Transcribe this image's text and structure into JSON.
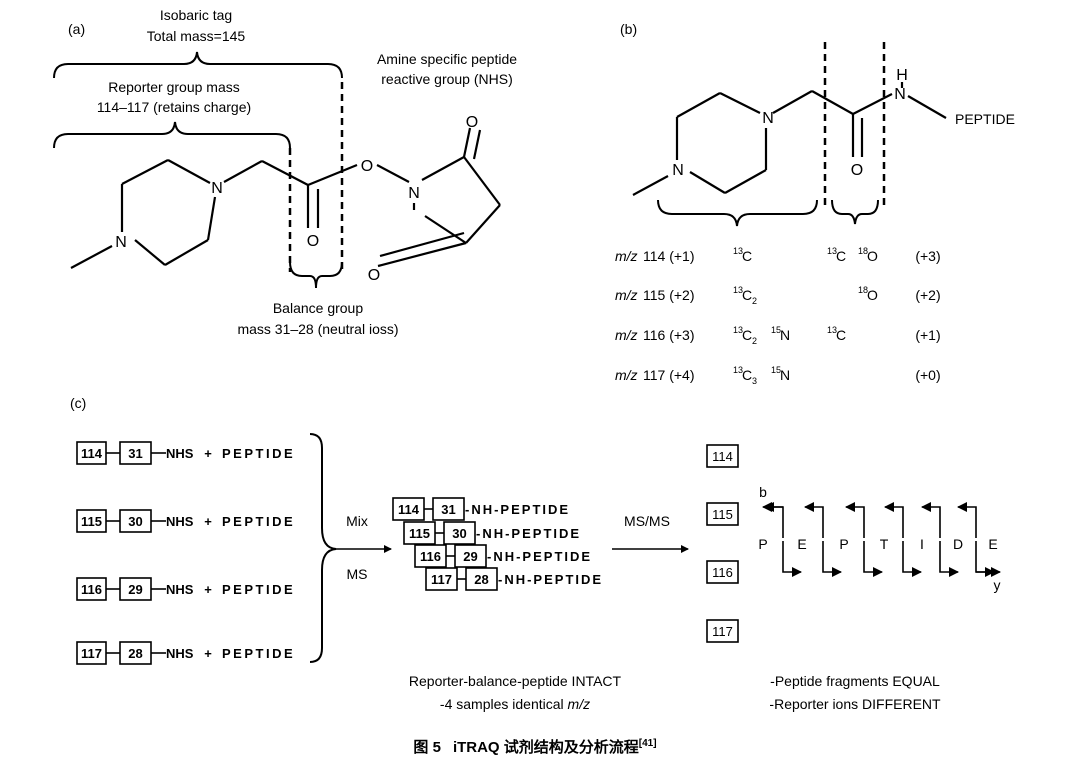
{
  "panel_a": {
    "label": "(a)",
    "tag_title": "Isobaric tag",
    "tag_mass": "Total mass=145",
    "reporter_title": "Reporter group mass",
    "reporter_range": "114–117 (retains charge)",
    "nhs_title": "Amine specific peptide",
    "nhs_group": "reactive group (NHS)",
    "balance_title": "Balance group",
    "balance_mass": "mass 31–28 (neutral ioss)",
    "atom_n": "N",
    "atom_o": "O"
  },
  "panel_b": {
    "label": "(b)",
    "atom_h": "H",
    "atom_n": "N",
    "atom_o": "O",
    "peptide": "PEPTIDE",
    "mz_prefix": "m/z",
    "rows": [
      {
        "mz": "114 (+1)",
        "c1_sup": "13",
        "c1": "C",
        "c1_sub": "",
        "c2_sup": "",
        "c2": "",
        "c3_sup": "13",
        "c3": "C",
        "c4_sup": "18",
        "c4": "O",
        "shift": "(+3)"
      },
      {
        "mz": "115 (+2)",
        "c1_sup": "13",
        "c1": "C",
        "c1_sub": "2",
        "c2_sup": "",
        "c2": "",
        "c3_sup": "",
        "c3": "",
        "c4_sup": "18",
        "c4": "O",
        "shift": "(+2)"
      },
      {
        "mz": "116 (+3)",
        "c1_sup": "13",
        "c1": "C",
        "c1_sub": "2",
        "c2_sup": "15",
        "c2": "N",
        "c3_sup": "13",
        "c3": "C",
        "c4_sup": "",
        "c4": "",
        "shift": "(+1)"
      },
      {
        "mz": "117 (+4)",
        "c1_sup": "13",
        "c1": "C",
        "c1_sub": "3",
        "c2_sup": "15",
        "c2": "N",
        "c3_sup": "",
        "c3": "",
        "c4_sup": "",
        "c4": "",
        "shift": "(+0)"
      }
    ]
  },
  "panel_c": {
    "label": "(c)",
    "reagents": [
      {
        "reporter": "114",
        "balance": "31",
        "nhs": "NHS",
        "plus": "+",
        "peptide": "PEPTIDE"
      },
      {
        "reporter": "115",
        "balance": "30",
        "nhs": "NHS",
        "plus": "+",
        "peptide": "PEPTIDE"
      },
      {
        "reporter": "116",
        "balance": "29",
        "nhs": "NHS",
        "plus": "+",
        "peptide": "PEPTIDE"
      },
      {
        "reporter": "117",
        "balance": "28",
        "nhs": "NHS",
        "plus": "+",
        "peptide": "PEPTIDE"
      }
    ],
    "mix": "Mix",
    "ms": "MS",
    "msms": "MS/MS",
    "labeled": [
      {
        "reporter": "114",
        "balance": "31",
        "tail": "-NH-PEPTIDE"
      },
      {
        "reporter": "115",
        "balance": "30",
        "tail": "-NH-PEPTIDE"
      },
      {
        "reporter": "116",
        "balance": "29",
        "tail": "-NH-PEPTIDE"
      },
      {
        "reporter": "117",
        "balance": "28",
        "tail": "-NH-PEPTIDE"
      }
    ],
    "reporter_ions": [
      "114",
      "115",
      "116",
      "117"
    ],
    "b_label": "b",
    "y_label": "y",
    "residues": [
      "P",
      "E",
      "P",
      "T",
      "I",
      "D",
      "E"
    ],
    "caption_mid_1": "Reporter-balance-peptide INTACT",
    "caption_mid_2_prefix": "-4 samples identical ",
    "caption_mid_2_italic": "m/z",
    "caption_right_1": "-Peptide fragments EQUAL",
    "caption_right_2": "-Reporter ions DIFFERENT"
  },
  "figure_caption": {
    "number": "图 5",
    "title": "iTRAQ 试剂结构及分析流程",
    "ref": "[41]"
  }
}
